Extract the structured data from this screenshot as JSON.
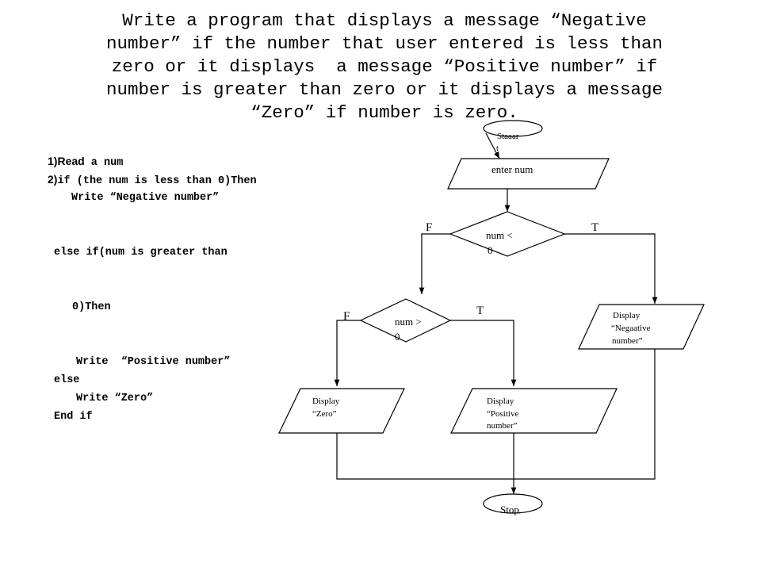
{
  "title": [
    "Write a program that displays a message “Negative",
    "number” if the number that user entered is less than",
    "zero or it displays  a message “Positive number” if",
    "number is greater than zero or it displays a message",
    "“Zero” if number is zero."
  ],
  "algorithm": {
    "step1_num": "1)",
    "step1_read": "Read",
    "step1_rest": " a num",
    "step2_num": "2)",
    "step2_rest": "if (the num is less than 0)Then",
    "write_negative": "Write “Negative number”",
    "else_if_line1": "else if(num is greater than",
    "else_if_line2": "0)Then",
    "write_positive": "Write  “Positive number”",
    "else": "else",
    "write_zero": "Write “Zero”",
    "end_if": "End if"
  },
  "flowchart": {
    "start": [
      "Staaar",
      "t"
    ],
    "input": "enter num",
    "decision1": [
      "num <",
      "0"
    ],
    "decision1_false": "F",
    "decision1_true": "T",
    "decision2": [
      "num >",
      "0"
    ],
    "decision2_false": "F",
    "decision2_true": "T",
    "display_negative": [
      "Display",
      "“Negaative",
      "number”"
    ],
    "display_zero": [
      "Display",
      "“Zero”"
    ],
    "display_positive": [
      "Display",
      "“Positive",
      "number”"
    ],
    "stop": "Stop"
  }
}
